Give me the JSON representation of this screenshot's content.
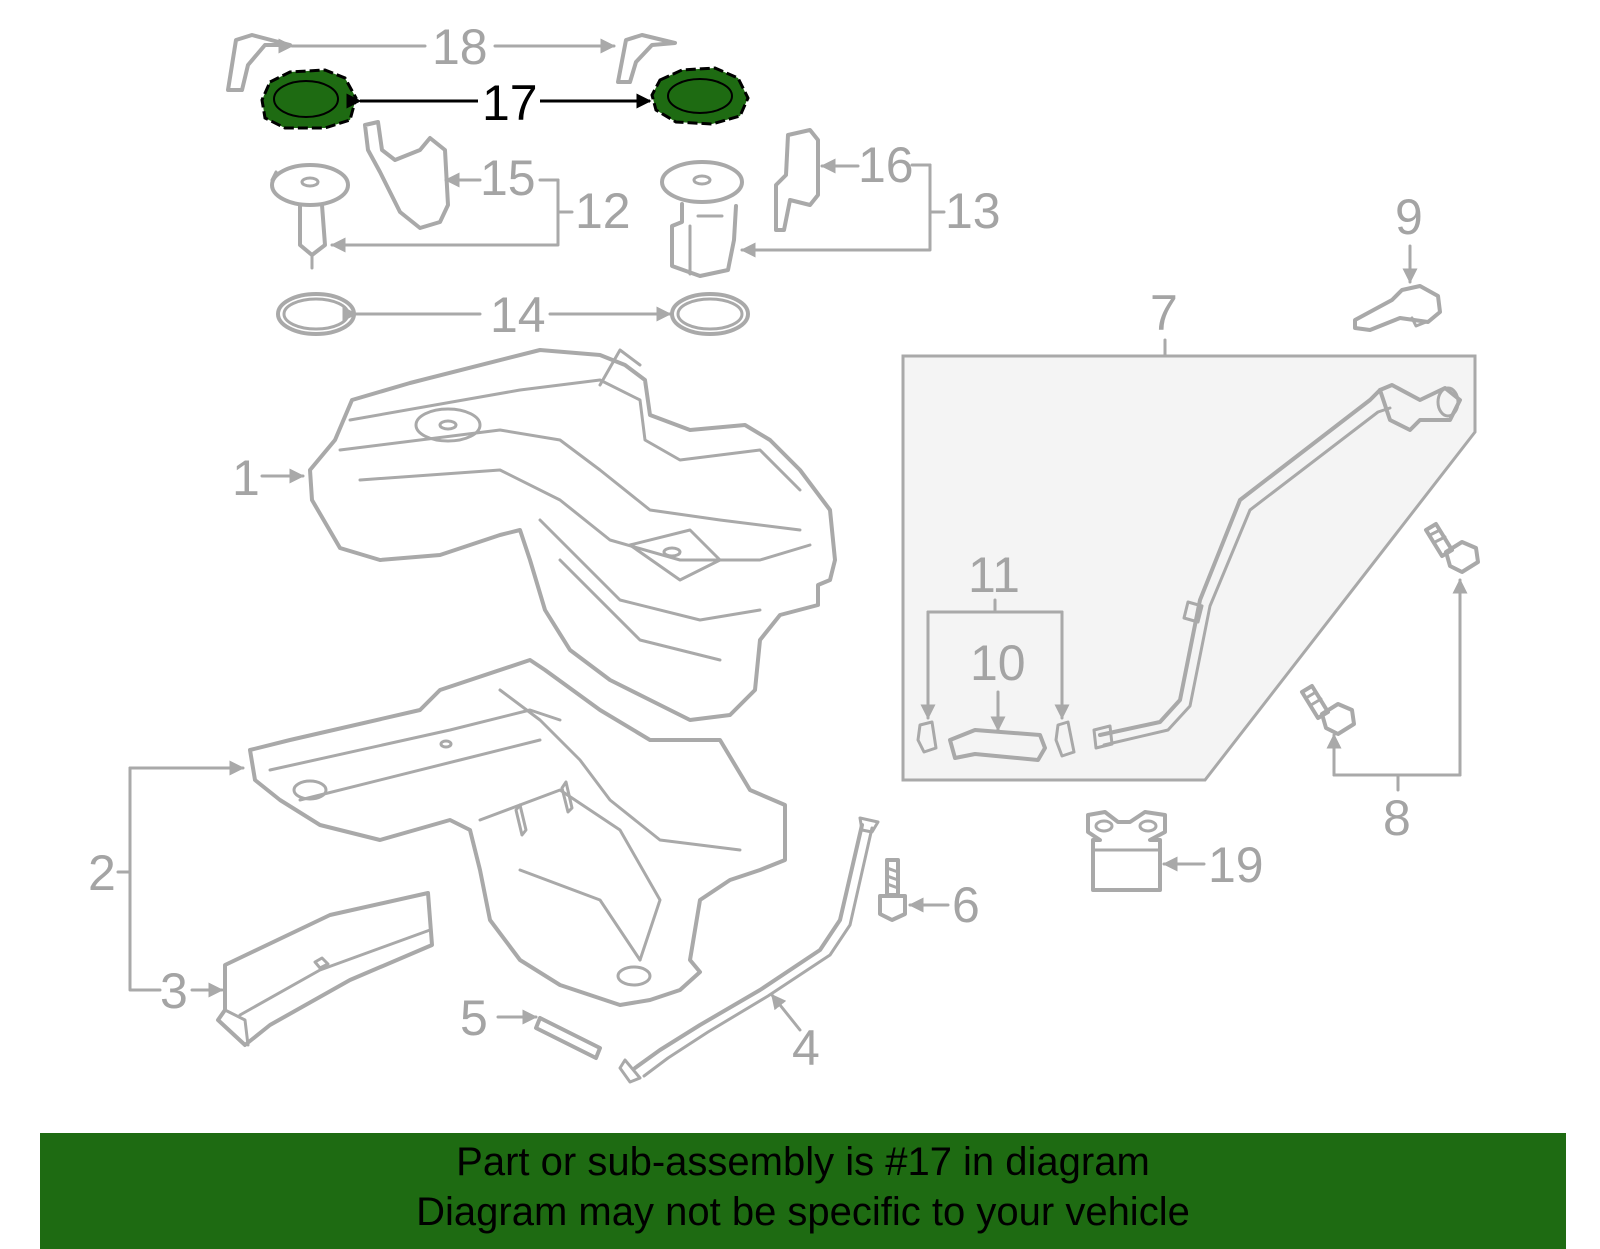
{
  "diagram": {
    "callouts": {
      "c1": "1",
      "c2": "2",
      "c3": "3",
      "c4": "4",
      "c5": "5",
      "c6": "6",
      "c7": "7",
      "c8": "8",
      "c9": "9",
      "c10": "10",
      "c11": "11",
      "c12": "12",
      "c13": "13",
      "c14": "14",
      "c15": "15",
      "c16": "16",
      "c17": "17",
      "c18": "18",
      "c19": "19"
    },
    "highlighted_part": "17",
    "colors": {
      "line_gray": "#a9a9a9",
      "highlight_green": "#1e6b12",
      "banner_green": "#1e6b12",
      "text_black": "#000000"
    }
  },
  "banner": {
    "line1": "Part or sub-assembly is #17 in diagram",
    "line2": "Diagram may not be specific to your vehicle"
  }
}
